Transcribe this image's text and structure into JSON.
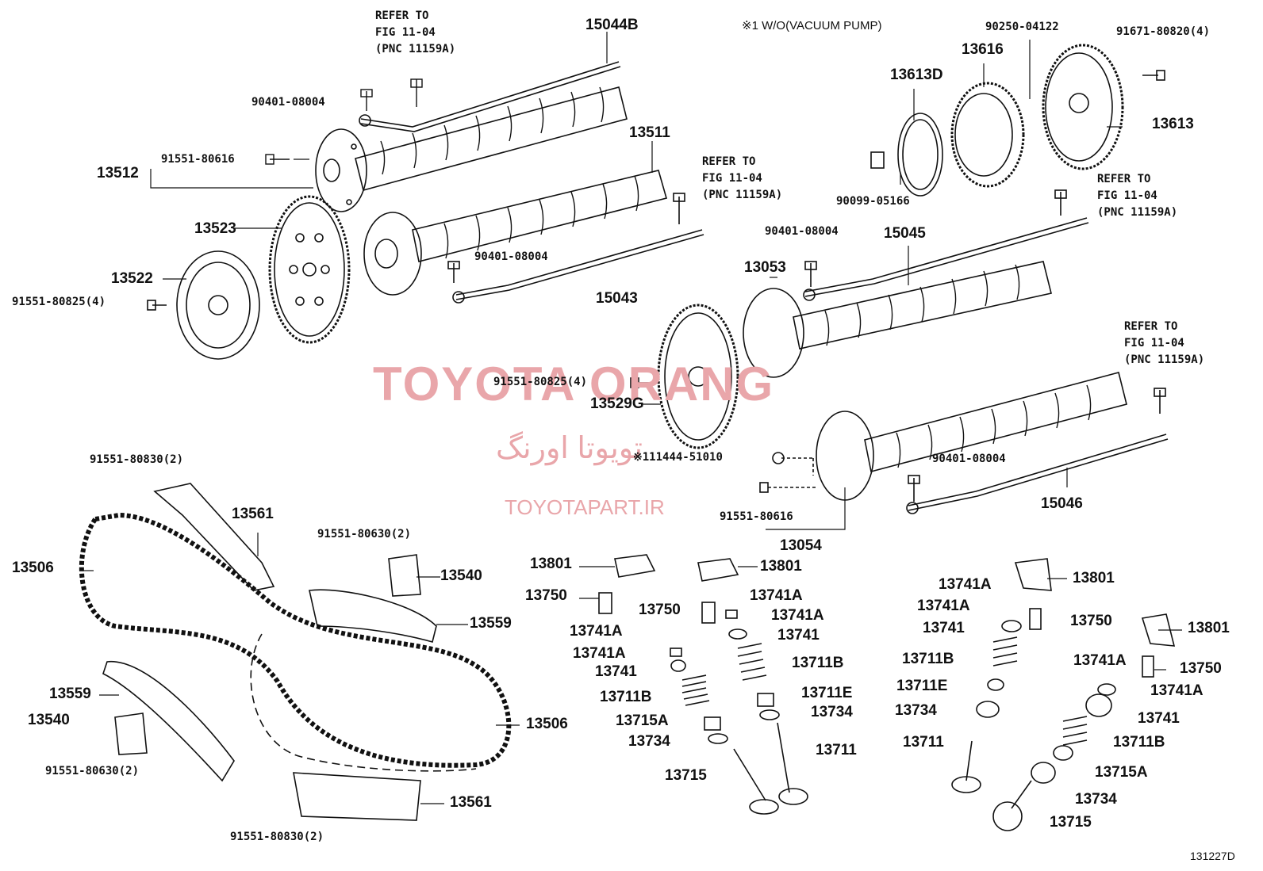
{
  "note": "※1 W/O(VACUUM PUMP)",
  "diagram_id": "131227D",
  "watermark": {
    "brand": "TOYOTA ORANG",
    "persian": "تویوتا اورنگ",
    "site": "TOYOTAPART.IR"
  },
  "refer": {
    "line1": "REFER TO",
    "line2": "FIG 11-04",
    "line3": "(PNC 11159A)"
  },
  "labels": [
    "15044B",
    "90401-08004",
    "91551-80616",
    "13512",
    "13511",
    "13523",
    "13522",
    "91551-80825(4)",
    "90401-08004",
    "15043",
    "13616",
    "13613D",
    "90250-04122",
    "91671-80820(4)",
    "13613",
    "90099-05166",
    "90401-08004",
    "15045",
    "13053",
    "91551-80825(4)",
    "13529G",
    "※111444-51010",
    "90401-08004",
    "91551-80616",
    "15046",
    "13054",
    "91551-80830(2)",
    "13561",
    "13506",
    "91551-80630(2)",
    "13540",
    "13559",
    "13559",
    "13540",
    "91551-80630(2)",
    "13506",
    "13561",
    "91551-80830(2)",
    "13801",
    "13750",
    "13741A",
    "13741A",
    "13741",
    "13711B",
    "13715A",
    "13734",
    "13715",
    "13801",
    "13741A",
    "13750",
    "13741A",
    "13741",
    "13711B",
    "13711E",
    "13734",
    "13711",
    "13801",
    "13741A",
    "13741A",
    "13750",
    "13741",
    "13711B",
    "13711E",
    "13734",
    "13711",
    "13801",
    "13741A",
    "13750",
    "13741A",
    "13741",
    "13711B",
    "13715A",
    "13734",
    "13715"
  ]
}
